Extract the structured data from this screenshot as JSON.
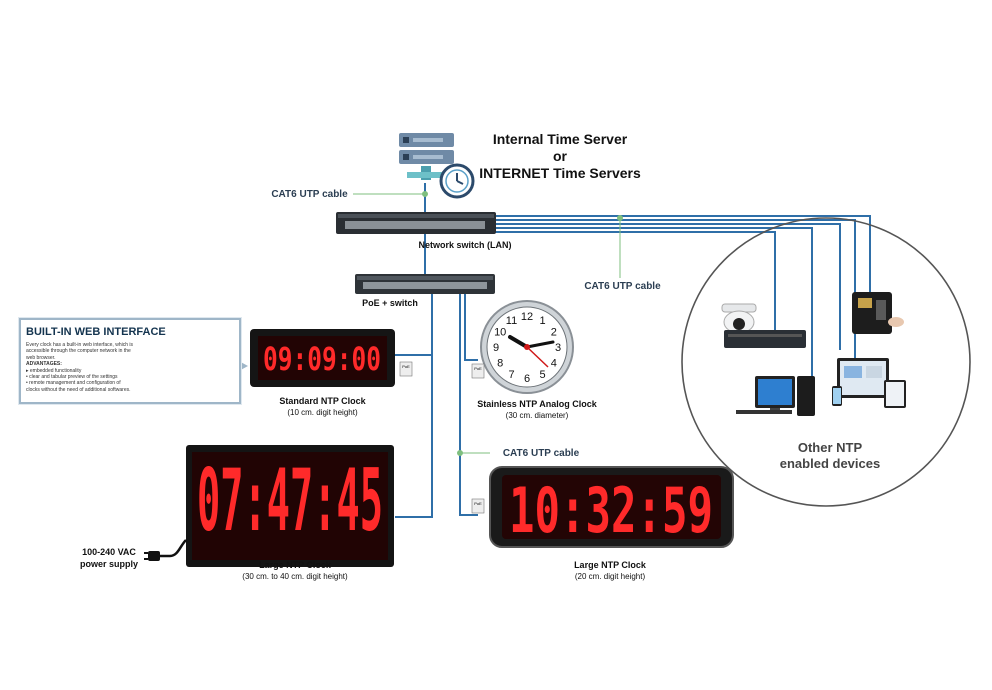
{
  "title_lines": [
    "Internal Time Server",
    "or",
    "INTERNET Time Servers"
  ],
  "labels": {
    "cat6_top": "CAT6 UTP cable",
    "network_switch": "Network switch (LAN)",
    "poe_switch": "PoE + switch",
    "cat6_right": "CAT6 UTP cable",
    "cat6_bottom": "CAT6 UTP cable",
    "poe_badge": "PoE"
  },
  "web_interface": {
    "title": "BUILT-IN WEB INTERFACE",
    "lines": [
      "Every clock has a built-in web interface, which is",
      "accessible through the computer network in the",
      "web browser.",
      "ADVANTAGES:",
      "▸ embedded functionality",
      "• clear and tabular preview of the settings",
      "• remote management and configuration of",
      "clocks without the need of additional softwares."
    ]
  },
  "clocks": {
    "standard": {
      "display": "09:09:00",
      "name": "Standard NTP Clock",
      "spec": "(10 cm. digit height)"
    },
    "analog": {
      "name": "Stainless NTP Analog Clock",
      "spec": "(30 cm. diameter)",
      "numerals": [
        "12",
        "1",
        "2",
        "3",
        "4",
        "5",
        "6",
        "7",
        "8",
        "9",
        "10",
        "11"
      ]
    },
    "large_left": {
      "display": "07:47:45",
      "name": "Large NTP Clock",
      "spec": "(30 cm. to 40 cm. digit height)"
    },
    "large_right": {
      "display": "10:32:59",
      "name": "Large NTP Clock",
      "spec": "(20 cm. digit height)"
    }
  },
  "power": {
    "line1": "100-240 VAC",
    "line2": "power supply"
  },
  "devices": {
    "line1": "Other NTP",
    "line2": "enabled devices"
  },
  "colors": {
    "cable": "#2f6fa8",
    "led": "#ff2a2a",
    "title": "#111111",
    "circle": "#555555"
  }
}
